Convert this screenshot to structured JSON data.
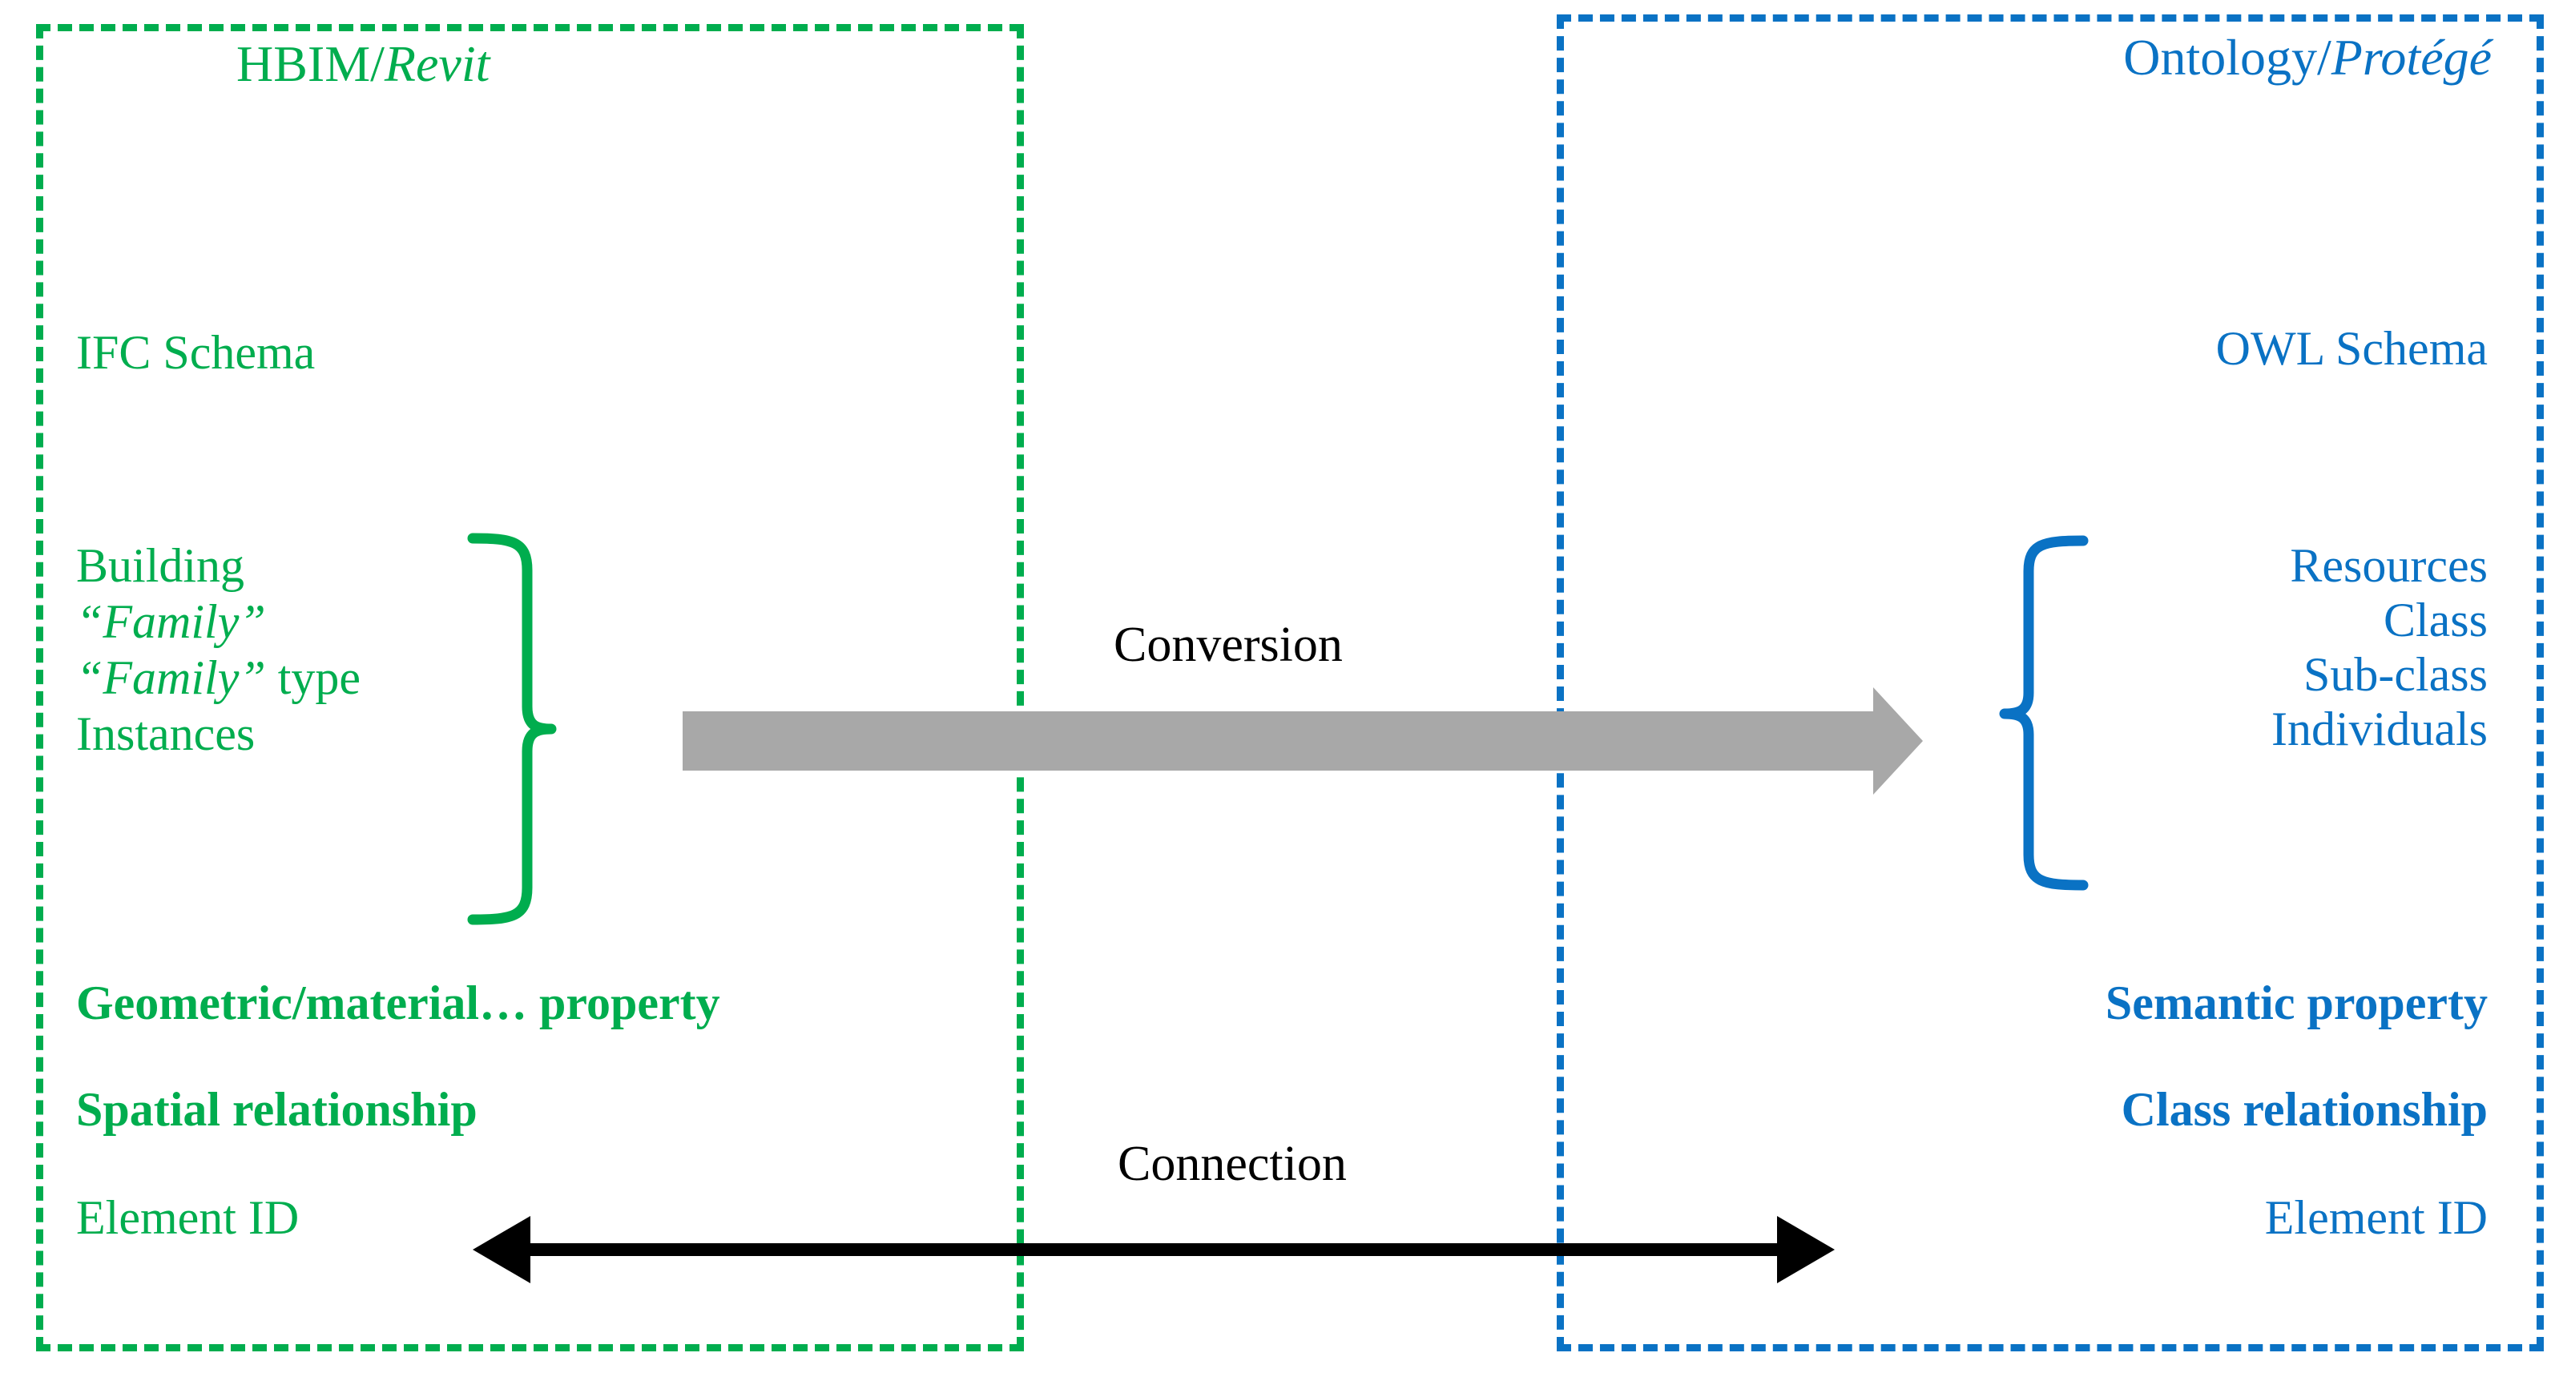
{
  "left_panel": {
    "title_plain": "HBIM/",
    "title_italic": "Revit",
    "accent_color": "#00ad4e",
    "schema_heading": "IFC Schema",
    "items": [
      {
        "plain": "Building",
        "italic": ""
      },
      {
        "plain": "",
        "italic": "“Family”"
      },
      {
        "plain": " type",
        "italic": "“Family”"
      },
      {
        "plain": "Instances",
        "italic": ""
      }
    ],
    "properties": [
      {
        "label": "Geometric/material… property",
        "bold": true
      },
      {
        "label": "Spatial relationship",
        "bold": true
      },
      {
        "label": "Element ID",
        "bold": false
      }
    ]
  },
  "right_panel": {
    "title_plain": "Ontology/",
    "title_italic": "Protégé",
    "accent_color": "#0a72c4",
    "schema_heading": "OWL Schema",
    "items": [
      {
        "label": "Resources"
      },
      {
        "label": "Class"
      },
      {
        "label": "Sub-class"
      },
      {
        "label": "Individuals"
      }
    ],
    "properties": [
      {
        "label": "Semantic property",
        "bold": true
      },
      {
        "label": "Class relationship",
        "bold": true
      },
      {
        "label": "Element ID",
        "bold": false
      }
    ]
  },
  "center": {
    "conversion_label": "Conversion",
    "connection_label": "Connection",
    "conversion_arrow_color": "#a8a8a8",
    "connection_arrow_color": "#000000"
  }
}
